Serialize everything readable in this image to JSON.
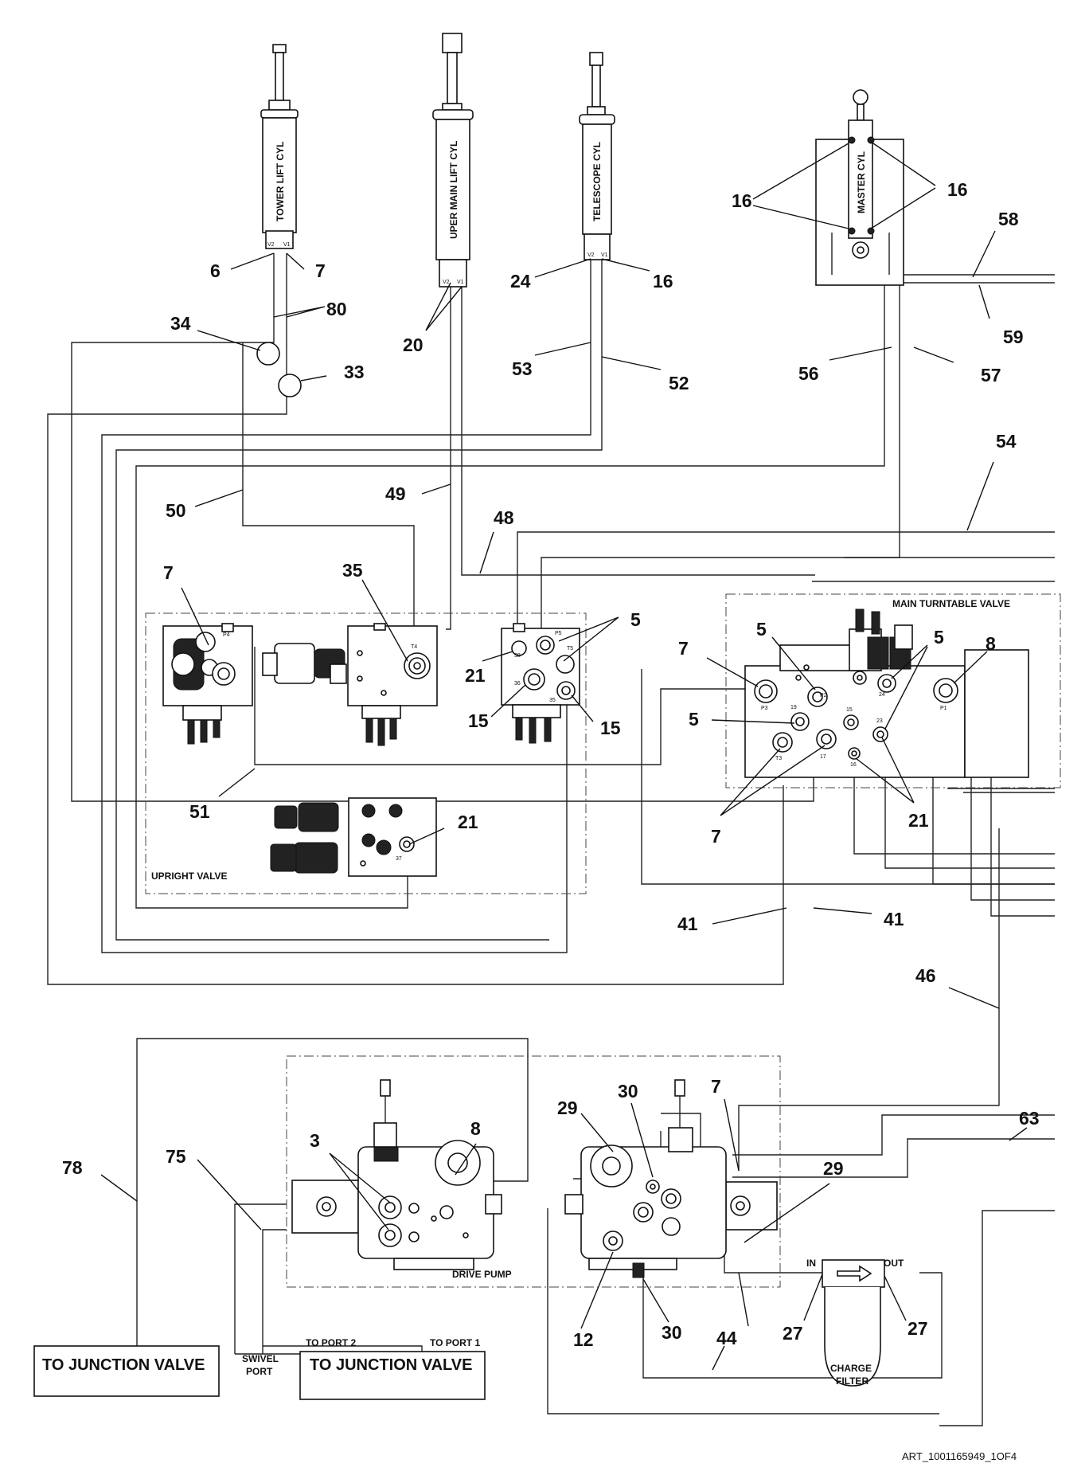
{
  "cylinders": {
    "tower": "TOWER LIFT CYL",
    "upper_main": "UPER MAIN LIFT CYL",
    "telescope": "TELESCOPE CYL",
    "master": "MASTER CYL"
  },
  "ports": {
    "v1": "V1",
    "v2": "V2",
    "p4": "P4",
    "t4": "T4",
    "p5": "P5",
    "t5": "T5",
    "p38": "38",
    "p36": "36",
    "p35": "35",
    "p37": "37",
    "p1": "P1",
    "p2": "P2",
    "p3": "P3",
    "t3": "T3",
    "p24": "24",
    "p19": "19",
    "p15": "15",
    "p17": "17",
    "p16": "16",
    "p23": "23"
  },
  "valves": {
    "upright": "UPRIGHT VALVE",
    "main_turntable": "MAIN TURNTABLE VALVE",
    "drive_pump": "DRIVE PUMP",
    "charge_filter_line1": "CHARGE",
    "charge_filter_line2": "FILTER",
    "filter_in": "IN",
    "filter_out": "OUT"
  },
  "boxes": {
    "junction_left": "TO JUNCTION VALVE",
    "junction_right": "TO JUNCTION VALVE",
    "swivel_line1": "SWIVEL",
    "swivel_line2": "PORT",
    "to_port_2": "TO PORT 2",
    "to_port_1": "TO PORT 1"
  },
  "callouts": {
    "c6": "6",
    "c7a": "7",
    "c80": "80",
    "c34": "34",
    "c33": "33",
    "c20": "20",
    "c24": "24",
    "c16a": "16",
    "c53": "53",
    "c52": "52",
    "c16b": "16",
    "c16c": "16",
    "c58": "58",
    "c59": "59",
    "c56": "56",
    "c57": "57",
    "c54": "54",
    "c50": "50",
    "c49": "49",
    "c48": "48",
    "c7b": "7",
    "c35": "35",
    "c5a": "5",
    "c21a": "21",
    "c15a": "15",
    "c15b": "15",
    "c7c": "7",
    "c5b": "5",
    "c5c": "5",
    "c8a": "8",
    "c5d": "5",
    "c7d": "7",
    "c21b": "21",
    "c51": "51",
    "c21c": "21",
    "c41a": "41",
    "c41b": "41",
    "c46": "46",
    "c78": "78",
    "c3": "3",
    "c8b": "8",
    "c29a": "29",
    "c30a": "30",
    "c7e": "7",
    "c63": "63",
    "c29b": "29",
    "c75": "75",
    "c12": "12",
    "c30b": "30",
    "c44": "44",
    "c27a": "27",
    "c27b": "27"
  },
  "art_code": "ART_1001165949_1OF4"
}
